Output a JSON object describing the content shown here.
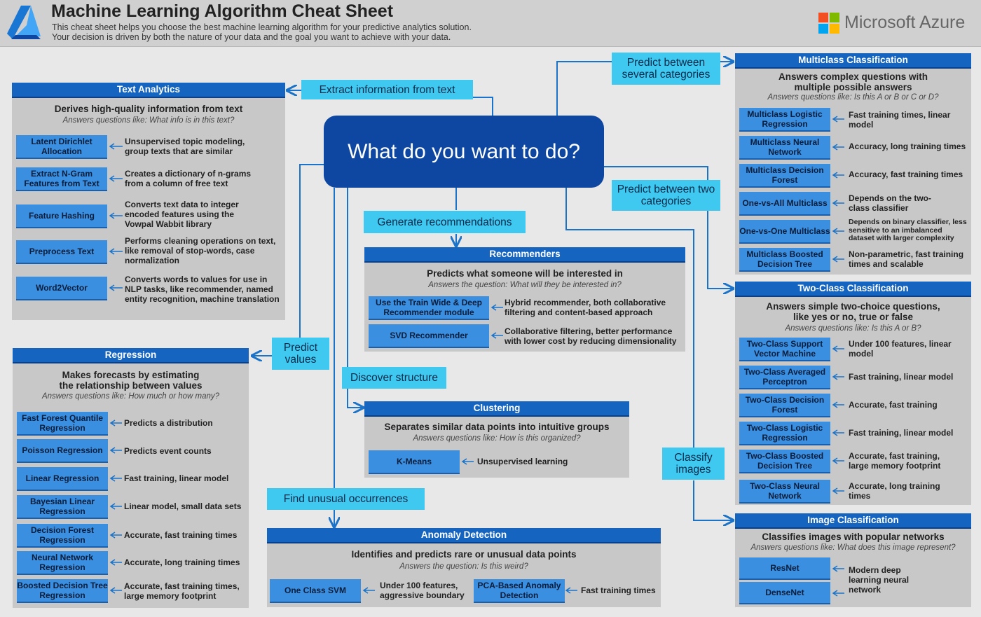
{
  "header": {
    "title": "Machine Learning Algorithm Cheat Sheet",
    "subtitle_line1": "This cheat sheet helps you choose the best machine learning algorithm for your predictive analytics solution.",
    "subtitle_line2": "Your decision is driven by both the nature of your data and the goal you want to achieve with your data.",
    "brand": "Microsoft Azure"
  },
  "center": {
    "question": "What do you want to do?"
  },
  "categories": {
    "extract": "Extract information from text",
    "predict_several": "Predict between several categories",
    "predict_two": "Predict between two categories",
    "generate_recs": "Generate recommendations",
    "predict_values": "Predict values",
    "discover": "Discover structure",
    "unusual": "Find unusual occurrences",
    "classify_images": "Classify images"
  },
  "text_analytics": {
    "title": "Text Analytics",
    "desc": "Derives high-quality information from text",
    "question": "Answers questions like: What info is in this text?",
    "items": [
      {
        "name": "Latent Dirichlet Allocation",
        "note": "Unsupervised topic modeling, group texts that are similar"
      },
      {
        "name": "Extract N-Gram Features from Text",
        "note": "Creates a dictionary of n-grams from a column of free text"
      },
      {
        "name": "Feature Hashing",
        "note": "Converts text data to integer encoded features using the Vowpal Wabbit library"
      },
      {
        "name": "Preprocess Text",
        "note": "Performs cleaning operations on text, like removal of stop-words, case normalization"
      },
      {
        "name": "Word2Vector",
        "note": "Converts words to values for use in NLP tasks, like recommender, named entity recognition, machine translation"
      }
    ]
  },
  "regression": {
    "title": "Regression",
    "desc": "Makes forecasts by estimating the relationship between values",
    "question": "Answers questions like: How much or how many?",
    "items": [
      {
        "name": "Fast Forest Quantile Regression",
        "note": "Predicts a distribution"
      },
      {
        "name": "Poisson Regression",
        "note": "Predicts event counts"
      },
      {
        "name": "Linear Regression",
        "note": "Fast training, linear model"
      },
      {
        "name": "Bayesian Linear Regression",
        "note": "Linear model, small data sets"
      },
      {
        "name": "Decision Forest Regression",
        "note": "Accurate, fast training times"
      },
      {
        "name": "Neural Network Regression",
        "note": "Accurate, long training times"
      },
      {
        "name": "Boosted Decision Tree Regression",
        "note": "Accurate, fast training times, large memory footprint"
      }
    ]
  },
  "recommenders": {
    "title": "Recommenders",
    "desc": "Predicts what someone will be interested in",
    "question": "Answers the question: What will they be interested in?",
    "items": [
      {
        "name": "Use the Train Wide & Deep Recommender module",
        "note": "Hybrid recommender, both collaborative filtering and content-based approach"
      },
      {
        "name": "SVD Recommender",
        "note": "Collaborative filtering, better performance with lower cost by reducing dimensionality"
      }
    ]
  },
  "clustering": {
    "title": "Clustering",
    "desc": "Separates similar data points into intuitive groups",
    "question": "Answers questions like: How is this organized?",
    "items": [
      {
        "name": "K-Means",
        "note": "Unsupervised learning"
      }
    ]
  },
  "anomaly": {
    "title": "Anomaly Detection",
    "desc": "Identifies and predicts rare or unusual data points",
    "question": "Answers the question: Is this weird?",
    "items": [
      {
        "name": "One Class SVM",
        "note": "Under 100 features, aggressive boundary"
      },
      {
        "name": "PCA-Based Anomaly Detection",
        "note": "Fast training times"
      }
    ]
  },
  "multiclass": {
    "title": "Multiclass Classification",
    "desc": "Answers complex questions with multiple possible answers",
    "question": "Answers questions like: Is this A or B or C or D?",
    "items": [
      {
        "name": "Multiclass Logistic Regression",
        "note": "Fast training times, linear model"
      },
      {
        "name": "Multiclass Neural Network",
        "note": "Accuracy, long training times"
      },
      {
        "name": "Multiclass Decision Forest",
        "note": "Accuracy, fast training times"
      },
      {
        "name": "One-vs-All Multiclass",
        "note": "Depends on the two-class classifier"
      },
      {
        "name": "One-vs-One Multiclass",
        "note": "Depends on binary classifier, less sensitive to an imbalanced dataset with larger complexity"
      },
      {
        "name": "Multiclass Boosted Decision Tree",
        "note": "Non-parametric, fast training times and scalable"
      }
    ]
  },
  "twoclass": {
    "title": "Two-Class Classification",
    "desc": "Answers simple two-choice questions, like yes or no, true or false",
    "question": "Answers questions like: Is this A or B?",
    "items": [
      {
        "name": "Two-Class Support Vector Machine",
        "note": "Under 100 features, linear model"
      },
      {
        "name": "Two-Class Averaged Perceptron",
        "note": "Fast training, linear model"
      },
      {
        "name": "Two-Class Decision Forest",
        "note": "Accurate, fast training"
      },
      {
        "name": "Two-Class Logistic Regression",
        "note": "Fast training, linear model"
      },
      {
        "name": "Two-Class Boosted Decision Tree",
        "note": "Accurate, fast training, large memory footprint"
      },
      {
        "name": "Two-Class Neural Network",
        "note": "Accurate, long training times"
      }
    ]
  },
  "image": {
    "title": "Image Classification",
    "desc": "Classifies images with popular networks",
    "question": "Answers questions like: What does this image represent?",
    "items": [
      {
        "name": "ResNet"
      },
      {
        "name": "DenseNet"
      }
    ],
    "shared_note": "Modern deep learning neural network"
  },
  "colors": {
    "panel_head": "#1565c0",
    "algo_box": "#3a8fe0",
    "category": "#3fc8f0",
    "center": "#0d47a1",
    "connector": "#1a73c8"
  }
}
